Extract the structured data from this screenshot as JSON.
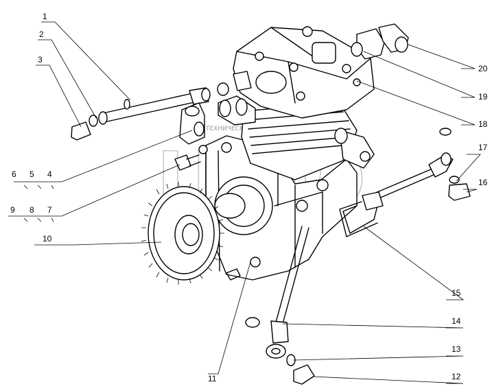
{
  "watermark": {
    "mark": "ЦМО",
    "caption": "ТЕХНИЧЕСКИЙ ИНФОРМАЦИЯ"
  },
  "callouts": [
    {
      "id": "c1",
      "text": "1"
    },
    {
      "id": "c2",
      "text": "2"
    },
    {
      "id": "c3",
      "text": "3"
    },
    {
      "id": "c4",
      "text": "4"
    },
    {
      "id": "c5",
      "text": "5"
    },
    {
      "id": "c6",
      "text": "6"
    },
    {
      "id": "c7",
      "text": "7"
    },
    {
      "id": "c8",
      "text": "8"
    },
    {
      "id": "c9",
      "text": "9"
    },
    {
      "id": "c10",
      "text": "10"
    },
    {
      "id": "c11",
      "text": "11"
    },
    {
      "id": "c12",
      "text": "12"
    },
    {
      "id": "c13",
      "text": "13"
    },
    {
      "id": "c14",
      "text": "14"
    },
    {
      "id": "c15",
      "text": "15"
    },
    {
      "id": "c16",
      "text": "16"
    },
    {
      "id": "c17",
      "text": "17"
    },
    {
      "id": "c18",
      "text": "18"
    },
    {
      "id": "c19",
      "text": "19"
    },
    {
      "id": "c20",
      "text": "20"
    }
  ]
}
